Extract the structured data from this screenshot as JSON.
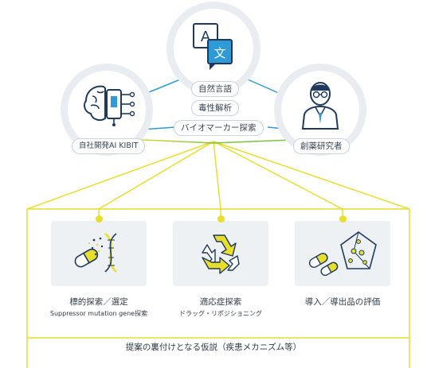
{
  "nodes": {
    "ai": {
      "label": "自社開発AI KIBIT"
    },
    "center": {
      "tags": [
        "自然言語",
        "毒性解析",
        "バイオマーカー探索"
      ]
    },
    "researcher": {
      "label": "創薬研究者"
    }
  },
  "cards": [
    {
      "title": "標的探索／選定",
      "subtitle": "Suppressor mutation gene探索"
    },
    {
      "title": "適応症探索",
      "subtitle": "ドラッグ・リポジショニング"
    },
    {
      "title": "導入／導出品の評価",
      "subtitle": ""
    }
  ],
  "footer": {
    "text": "提案の裏付けとなる仮説（疾患メカニズム等）"
  },
  "icons": {
    "center": "translate-icon",
    "ai": "ai-brain-icon",
    "researcher": "researcher-icon",
    "card1": "dna-capsule-icon",
    "card2": "recycle-icon",
    "card3": "molecule-network-icon"
  },
  "colors": {
    "yellow": "#e8de2b",
    "blue": "#2e9bd6",
    "green": "#7cc242",
    "navy": "#1f3a5c"
  }
}
